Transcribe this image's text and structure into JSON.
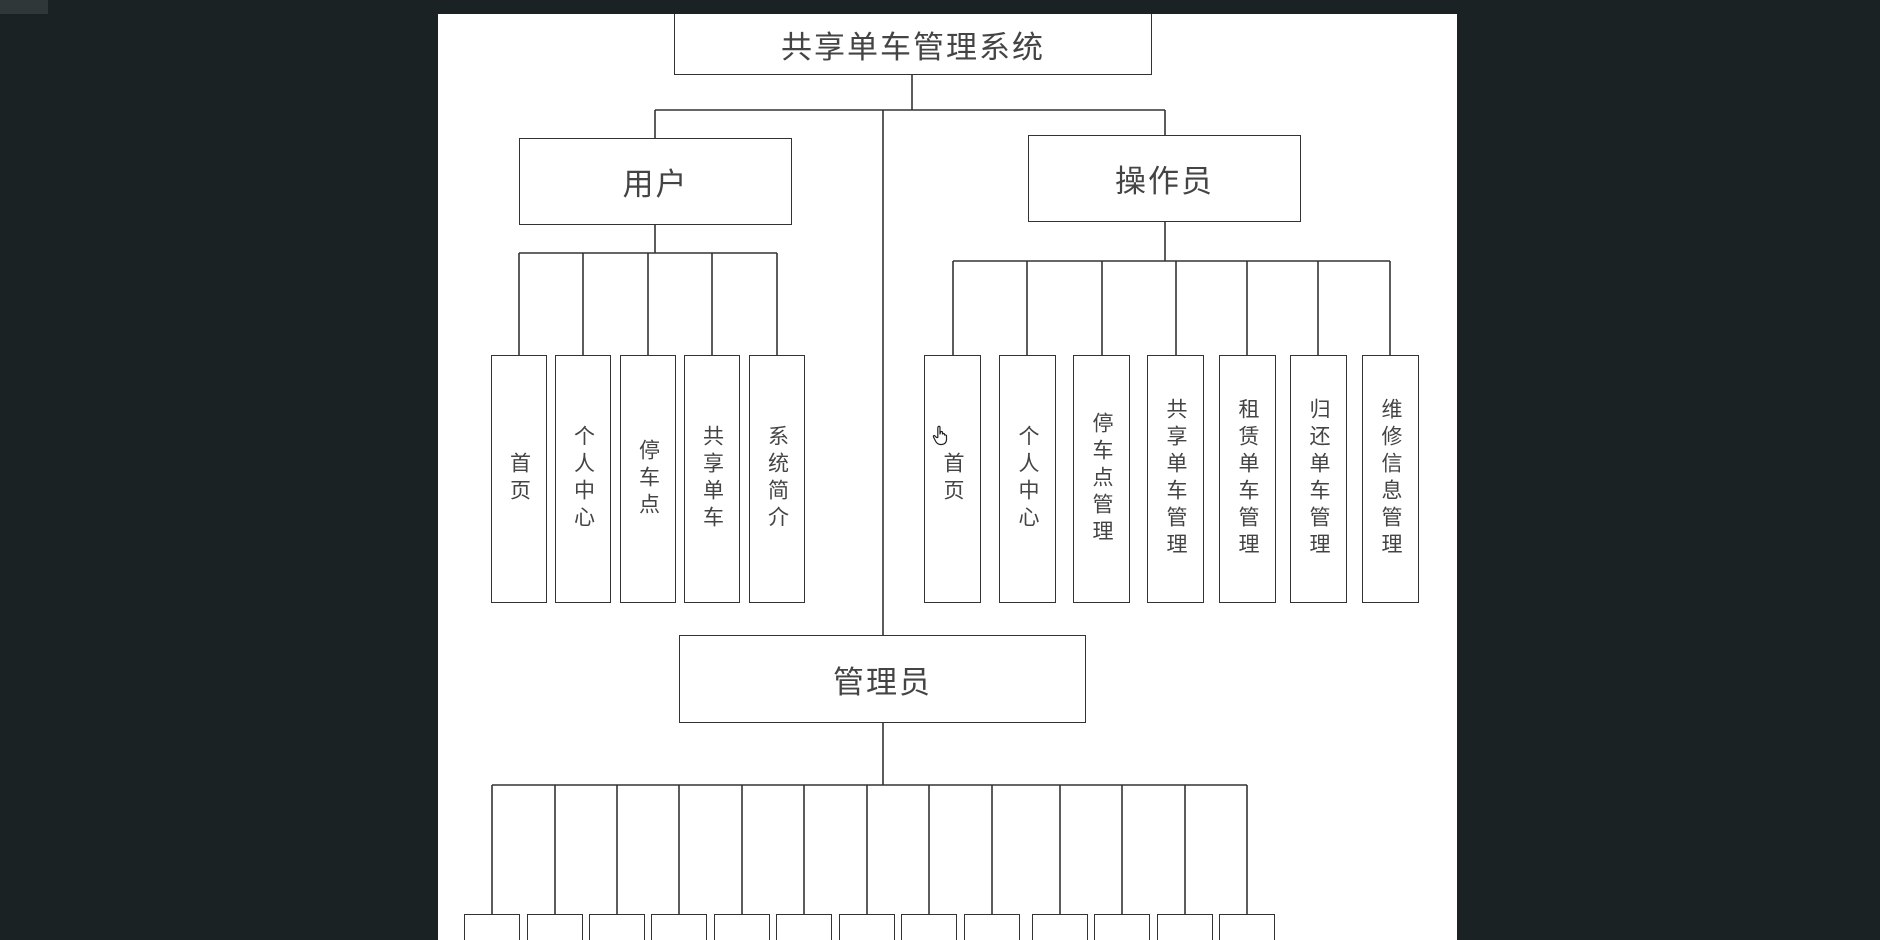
{
  "diagram": {
    "root": "共享单车管理系统",
    "roles": {
      "user": {
        "label": "用户",
        "children": [
          "首页",
          "个人中心",
          "停车点",
          "共享单车",
          "系统简介"
        ]
      },
      "operator": {
        "label": "操作员",
        "children": [
          "首页",
          "个人中心",
          "停车点管理",
          "共享单车管理",
          "租赁单车管理",
          "归还单车管理",
          "维修信息管理"
        ]
      },
      "admin": {
        "label": "管理员",
        "children_visible_count": 13
      }
    }
  },
  "icons": {
    "cursor": "hand-pointer-icon"
  }
}
